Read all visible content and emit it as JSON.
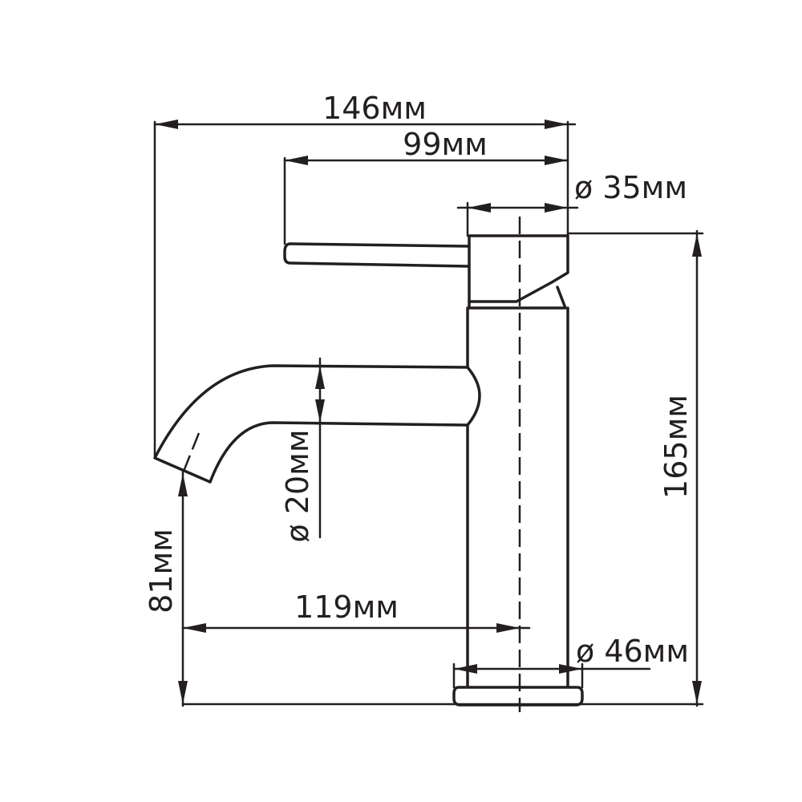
{
  "diagram": {
    "dimensions": {
      "overall_reach": "146мм",
      "handle_length": "99мм",
      "body_top_diameter": "ø 35мм",
      "total_height": "165мм",
      "spout_diameter": "ø 20мм",
      "spout_outlet_height": "81мм",
      "spout_projection": "119мм",
      "base_diameter": "ø 46мм"
    },
    "colors": {
      "ink": "#231f20",
      "background": "#ffffff"
    }
  }
}
